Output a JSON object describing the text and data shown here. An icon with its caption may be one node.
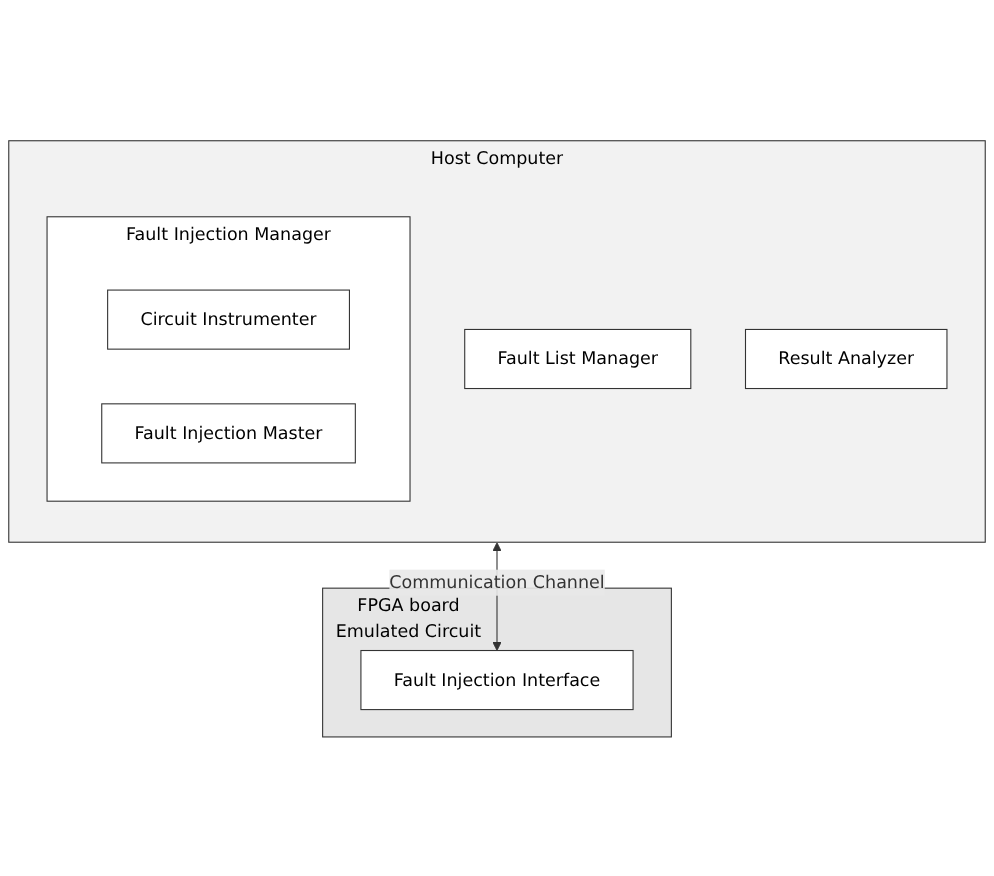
{
  "diagram": {
    "nodes": [
      {
        "text": [
          "Host Computer"
        ]
      },
      {
        "text": [
          "Fault List Manager"
        ],
        "in": 0
      },
      {
        "text": [
          "Fault Injection Manager"
        ],
        "in": 0
      },
      {
        "text": [
          "Circuit Instrumenter"
        ],
        "in": 2
      },
      {
        "text": [
          "Fault Injection Master"
        ],
        "in": 2
      },
      {
        "text": [
          "Result Analyzer"
        ],
        "in": 0
      },
      {
        "text": [
          "FPGA board",
          "Emulated Circuit"
        ]
      },
      {
        "text": [
          "Fault Injection Interface"
        ],
        "in": 6
      }
    ],
    "edges": [
      {
        "from": 0,
        "to": 7,
        "arrow": "both",
        "label": "Communication Channel"
      }
    ]
  }
}
